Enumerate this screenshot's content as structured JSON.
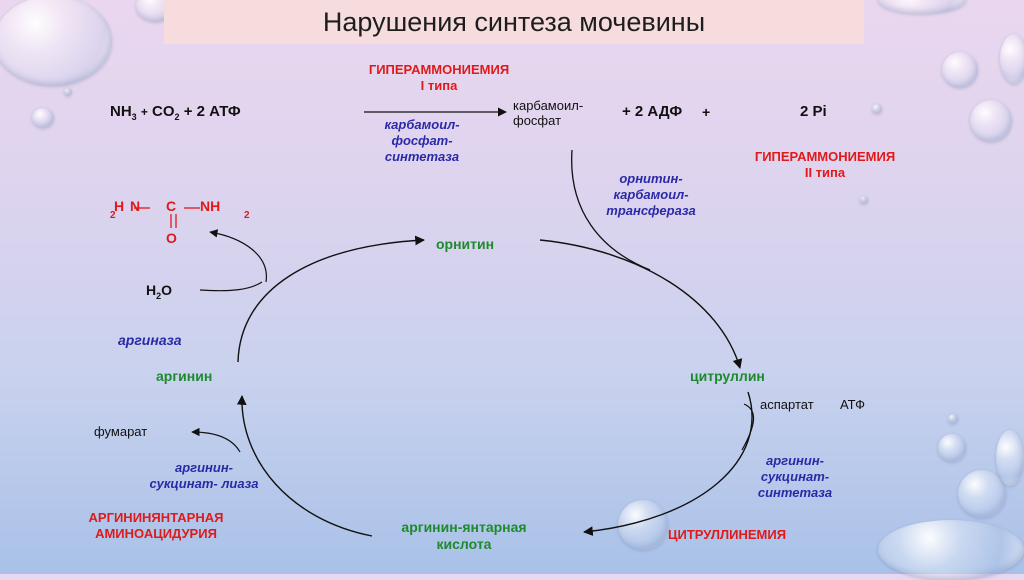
{
  "title": "Нарушения синтеза мочевины",
  "reaction": {
    "nh3": "NH",
    "nh3_sub": "3",
    "plus1": "+",
    "co2": "CO",
    "co2_sub": "2",
    "atf": "+ 2 АТФ",
    "product_line1": "карбамоил-",
    "product_line2": "фосфат",
    "adf": "+ 2 АДФ",
    "plus2": "+",
    "pi": "2 Pi"
  },
  "disorders": {
    "hyper1_line1": "ГИПЕРАММОНИЕМИЯ",
    "hyper1_line2": "I типа",
    "hyper2_line1": "ГИПЕРАММОНИЕМИЯ",
    "hyper2_line2": "II типа",
    "argsucc_line1": "АРГИНИНЯНТАРНАЯ",
    "argsucc_line2": "АМИНОАЦИДУРИЯ",
    "citrullinemia": "ЦИТРУЛЛИНЕМИЯ"
  },
  "enzymes": {
    "cps_line1": "карбамоил-",
    "cps_line2": "фосфат-",
    "cps_line3": "синтетаза",
    "otc_line1": "орнитин-",
    "otc_line2": "карбамоил-",
    "otc_line3": "трансфераза",
    "ass_line1": "аргинин-",
    "ass_line2": "сукцинат-",
    "ass_line3": "синтетаза",
    "asl_line1": "аргинин-",
    "asl_line2": "сукцинат-  лиаза",
    "arginase": "аргиназа"
  },
  "metabolites": {
    "ornithine": "орнитин",
    "citrulline": "цитруллин",
    "arginine": "аргинин",
    "argsucc_line1": "аргинин-янтарная",
    "argsucc_line2": "кислота",
    "aspartate": "аспартат",
    "atf": "АТФ",
    "fumarate": "фумарат",
    "water": "H",
    "water_sub": "2",
    "water_o": "O"
  },
  "urea": {
    "h": "H",
    "sub2_left": "2",
    "n": "N",
    "c": "C",
    "nh": "NH",
    "sub2_right": "2",
    "o": "O"
  },
  "colors": {
    "red": "#e01a1a",
    "blue": "#2a2aa8",
    "green": "#1e8a2e",
    "title_bg": "#f6dcdc"
  }
}
